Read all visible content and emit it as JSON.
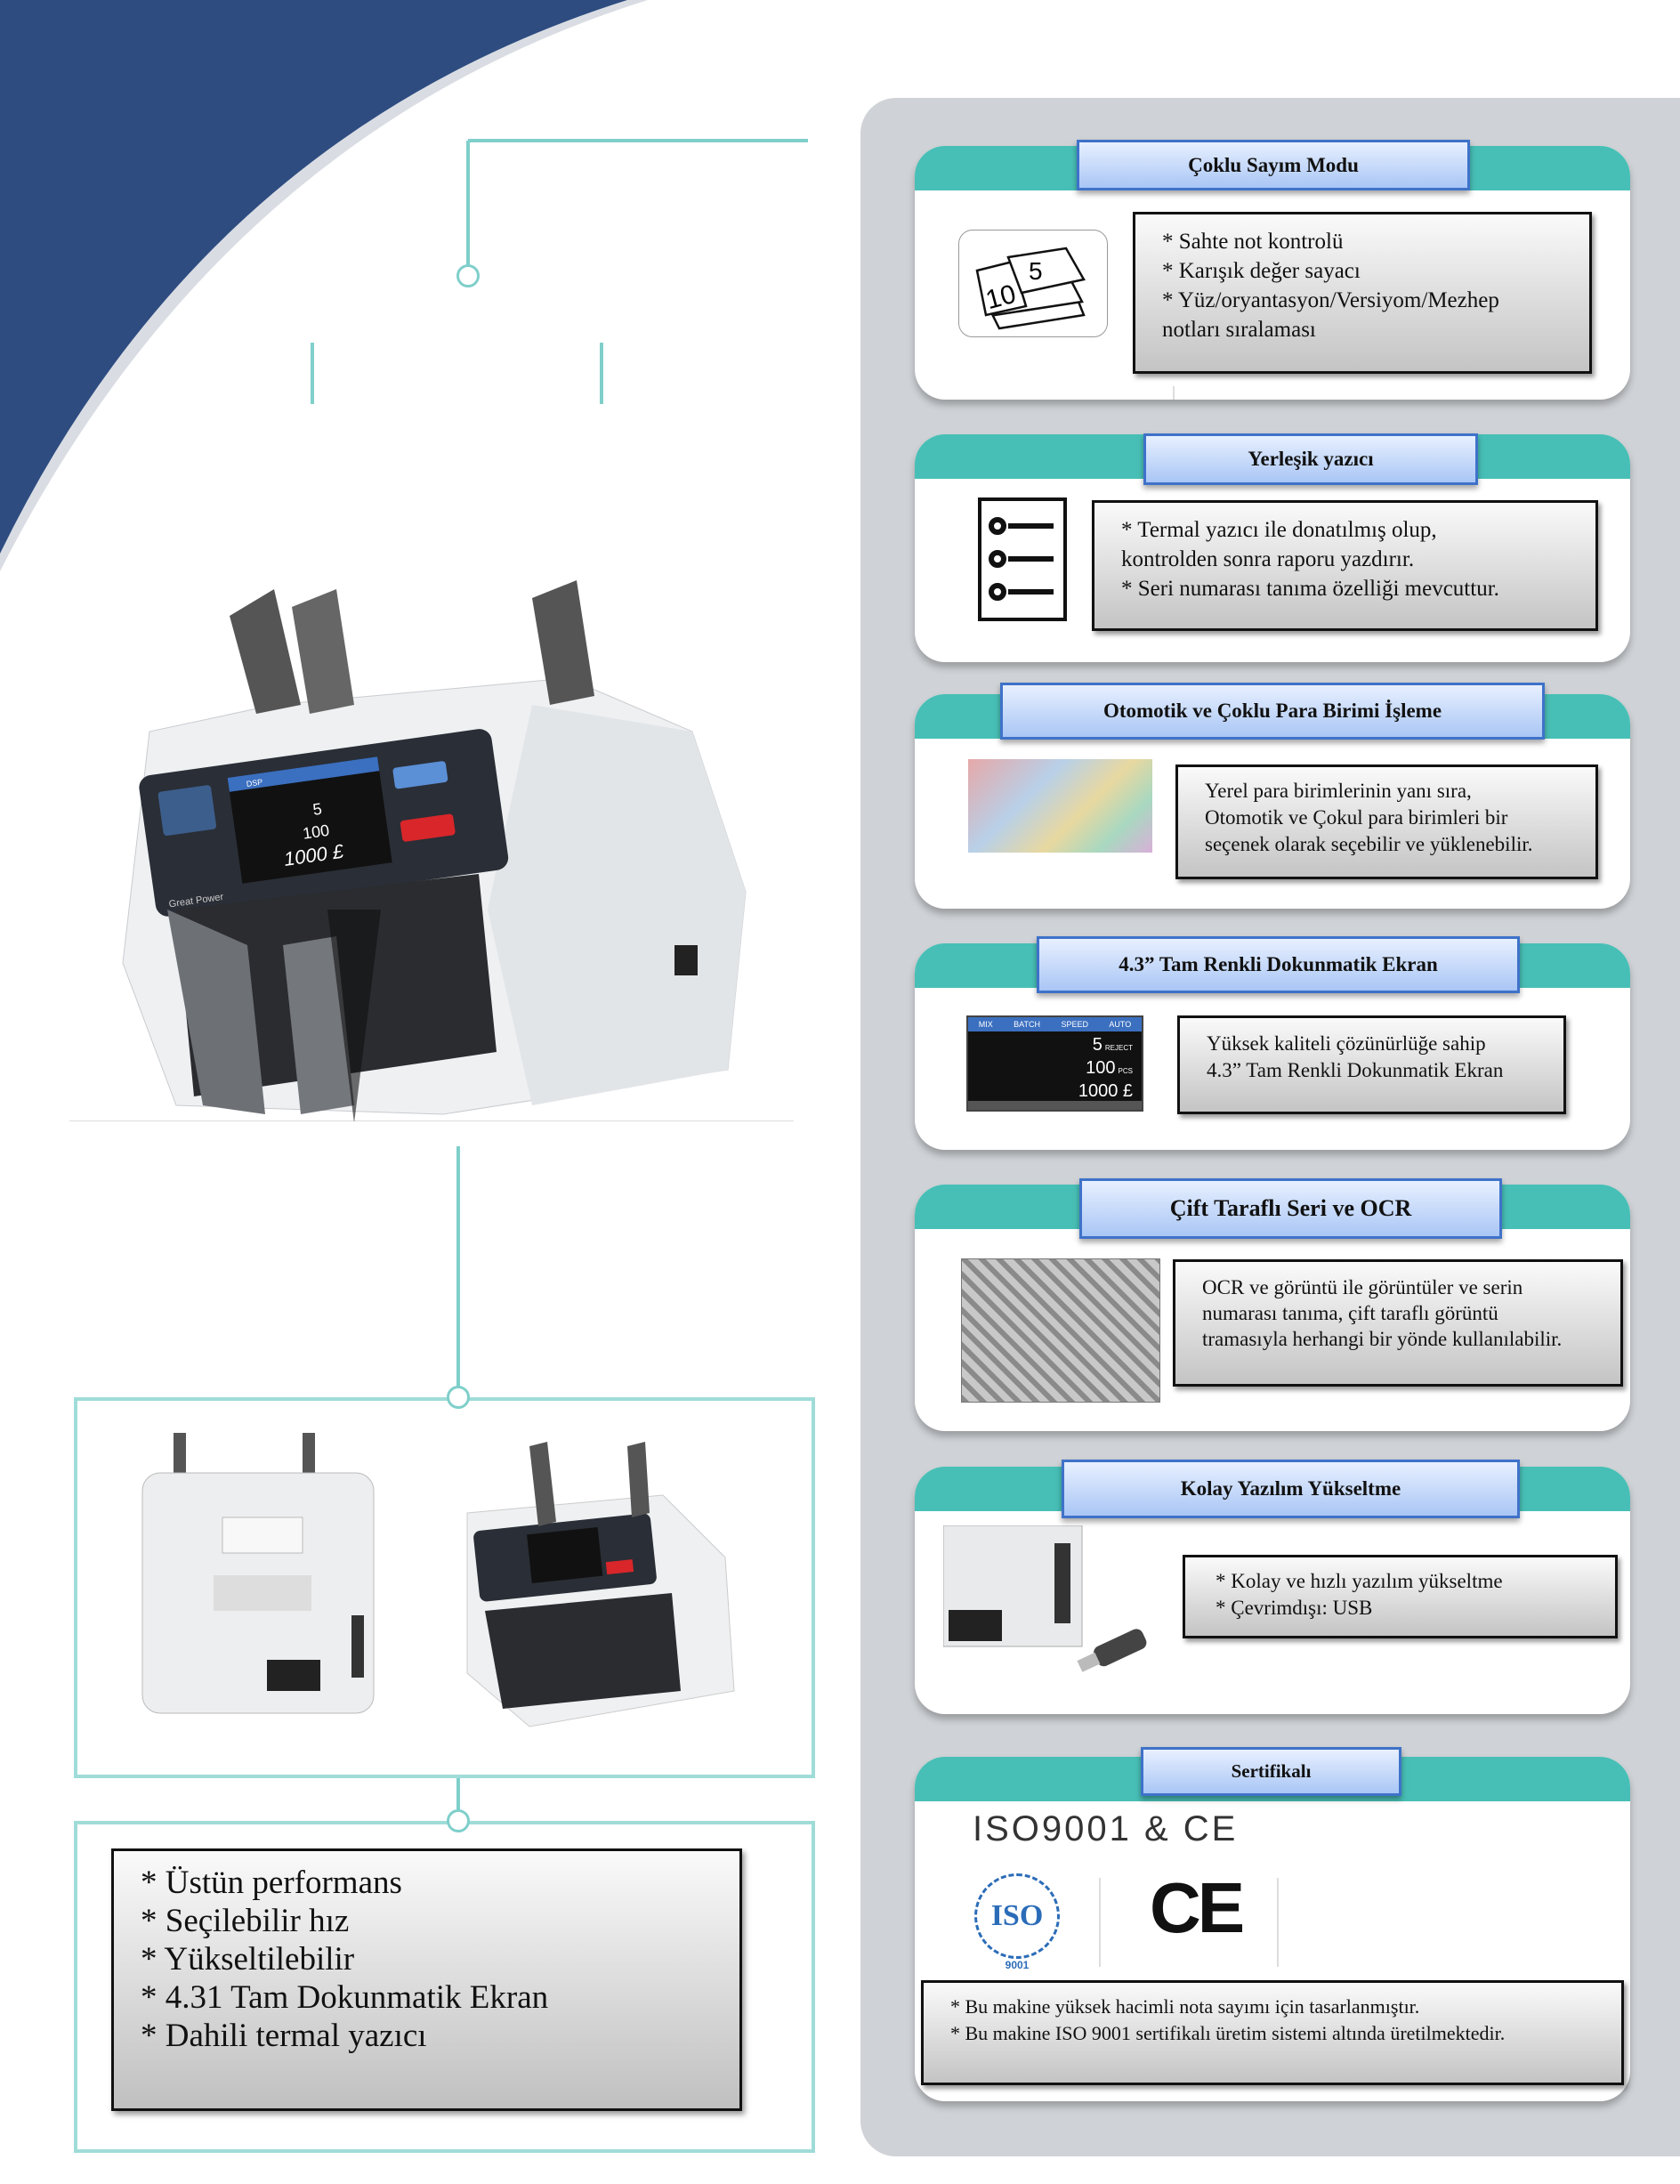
{
  "features_box": [
    "* Üstün performans",
    "* Seçilebilir hız",
    "* Yükseltilebilir",
    "* 4.31 Tam Dokunmatik Ekran",
    "* Dahili termal yazıcı"
  ],
  "machine": {
    "brand": "Great Power",
    "display": {
      "tabs": [
        "DSP",
        "MIX",
        "BATCH",
        "SPEED",
        "AUTO"
      ],
      "reject": "5",
      "pcs": "100",
      "amount": "1000 £",
      "reject_label": "REJECT",
      "pcs_label": "PCS"
    }
  },
  "cards": [
    {
      "title": "Çoklu Sayım Modu",
      "icon": "banknotes-icon",
      "icon_text": [
        "10",
        "5"
      ],
      "lines": [
        "* Sahte not kontrolü",
        "* Karışık değer sayacı",
        "* Yüz/oryantasyon/Versiyom/Mezhep",
        "notları sıralaması"
      ]
    },
    {
      "title": "Yerleşik yazıcı",
      "icon": "list-icon",
      "lines": [
        "* Termal yazıcı ile donatılmış olup,",
        "kontrolden sonra raporu yazdırır.",
        "* Seri numarası tanıma özelliği mevcuttur."
      ]
    },
    {
      "title": "Otomotik ve Çoklu Para Birimi İşleme",
      "icon": "currencies-image",
      "lines": [
        "Yerel para birimlerinin yanı sıra,",
        "Otomotik ve Çokul para birimleri bir",
        "seçenek olarak seçebilir ve yüklenebilir."
      ]
    },
    {
      "title": "4.3” Tam  Renkli Dokunmatik Ekran",
      "icon": "touch-screen-image",
      "lines": [
        "Yüksek kaliteli çözünürlüğe sahip",
        "4.3” Tam Renkli Dokunmatik Ekran"
      ]
    },
    {
      "title": "Çift Taraflı Seri ve OCR",
      "icon": "banknote-scan-image",
      "lines": [
        "OCR ve görüntü ile görüntüler ve serin",
        "numarası tanıma, çift taraflı görüntü",
        "tramasıyla herhangi bir yönde kullanılabilir."
      ]
    },
    {
      "title": "Kolay Yazılım Yükseltme",
      "icon": "usb-ports-image",
      "lines": [
        "* Kolay ve hızlı yazılım yükseltme",
        "* Çevrimdışı: USB"
      ]
    },
    {
      "title": "Sertifikalı",
      "heading": "ISO9001 &  CE",
      "iso_logo": {
        "text": "ISO",
        "number": "9001"
      },
      "ce_logo": "CE",
      "lines": [
        "* Bu makine yüksek hacimli nota sayımı için tasarlanmıştır.",
        "* Bu makine ISO 9001 sertifikalı üretim sistemi altında üretilmektedir."
      ]
    }
  ],
  "colors": {
    "teal": "#47bfb6",
    "navy": "#2d4a7c",
    "title_blue": "#a9c6f5",
    "panel_gray": "#cfd2d6"
  }
}
